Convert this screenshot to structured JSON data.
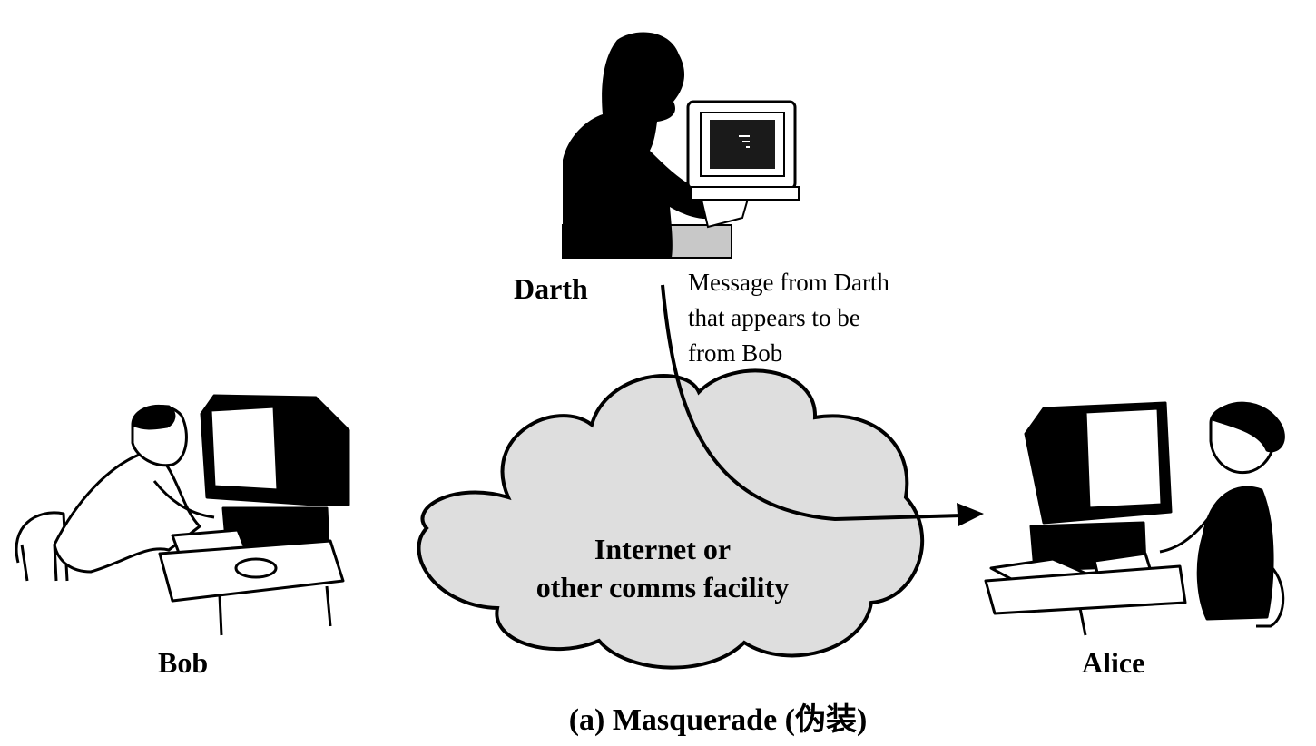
{
  "actors": {
    "darth": "Darth",
    "bob": "Bob",
    "alice": "Alice"
  },
  "message_note": {
    "line1": "Message from Darth",
    "line2": "that appears to be",
    "line3": "from Bob"
  },
  "network": {
    "line1": "Internet or",
    "line2": "other comms facility"
  },
  "caption": "(a) Masquerade (伪装)",
  "colors": {
    "cloud_fill": "#dedede",
    "ink": "#000000"
  }
}
